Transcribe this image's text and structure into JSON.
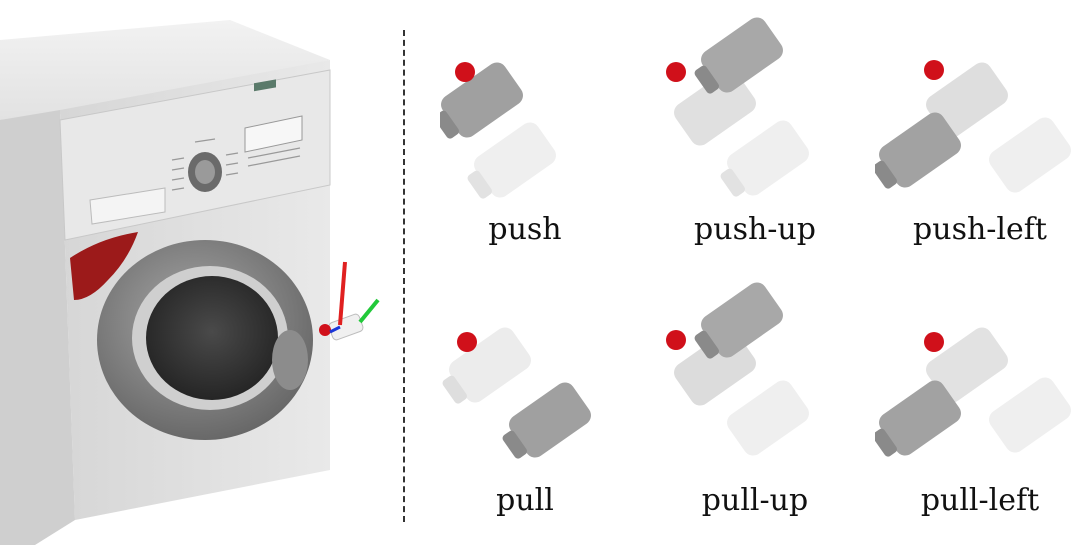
{
  "actions": {
    "row1": [
      {
        "label": "push"
      },
      {
        "label": "push-up"
      },
      {
        "label": "push-left"
      }
    ],
    "row2": [
      {
        "label": "pull"
      },
      {
        "label": "pull-up"
      },
      {
        "label": "pull-left"
      }
    ]
  },
  "colors": {
    "machine_body": "#e3e3e3",
    "door_ring": "#7d7d7d",
    "gripper_dark": "#9a9a9a",
    "gripper_light": "#ececec",
    "contact_point": "#d0101a",
    "axis_x": "#e02020",
    "axis_y": "#22c93a",
    "axis_z": "#1a37d8"
  }
}
